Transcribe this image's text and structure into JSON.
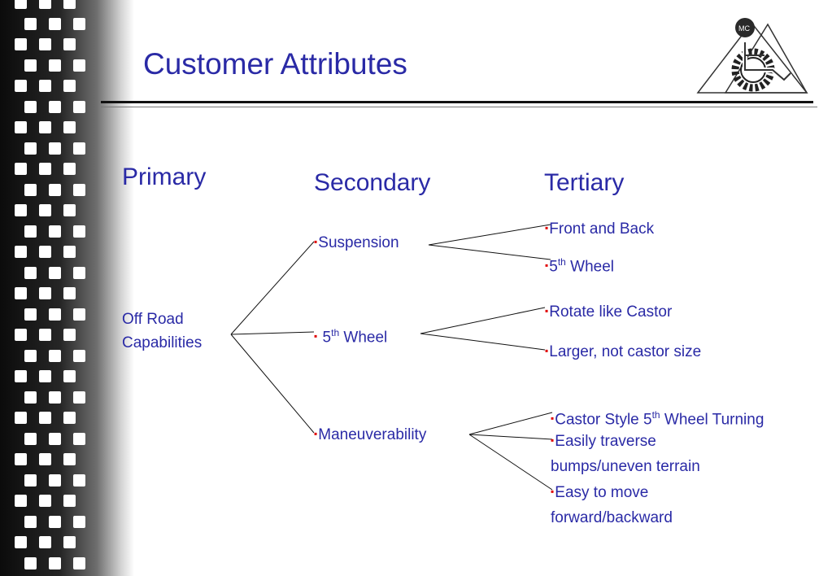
{
  "slide": {
    "title": "Customer Attributes",
    "logo_mark": "MC",
    "logo_icon": "wheelchair-gear-triangle-logo"
  },
  "columns": {
    "primary": "Primary",
    "secondary": "Secondary",
    "tertiary": "Tertiary"
  },
  "tree": {
    "primary": {
      "line1": "Off Road",
      "line2": "Capabilities"
    },
    "secondary": {
      "suspension": {
        "text": "Suspension"
      },
      "fifth_wheel": {
        "pre": " 5",
        "sup": "th",
        "post": " Wheel"
      },
      "maneuverability": {
        "text": "Maneuverability"
      }
    },
    "tertiary": {
      "front_and_back": {
        "text": "Front and Back"
      },
      "fifth_wheel": {
        "pre": "5",
        "sup": "th",
        "post": " Wheel"
      },
      "rotate_like_castor": {
        "text": "Rotate like Castor"
      },
      "larger_not_castor": {
        "text": "Larger, not castor size"
      },
      "castor_style": {
        "pre": "Castor Style 5",
        "sup": "th",
        "post": " Wheel Turning"
      },
      "easily_traverse": {
        "line1": "Easily traverse",
        "line2": "bumps/uneven terrain"
      },
      "easy_to_move": {
        "line1": "Easy to move",
        "line2": "forward/backward"
      }
    },
    "bullet": "▪"
  },
  "colors": {
    "text": "#2a2aa6",
    "bullet": "#e00000",
    "rule": "#111111"
  }
}
